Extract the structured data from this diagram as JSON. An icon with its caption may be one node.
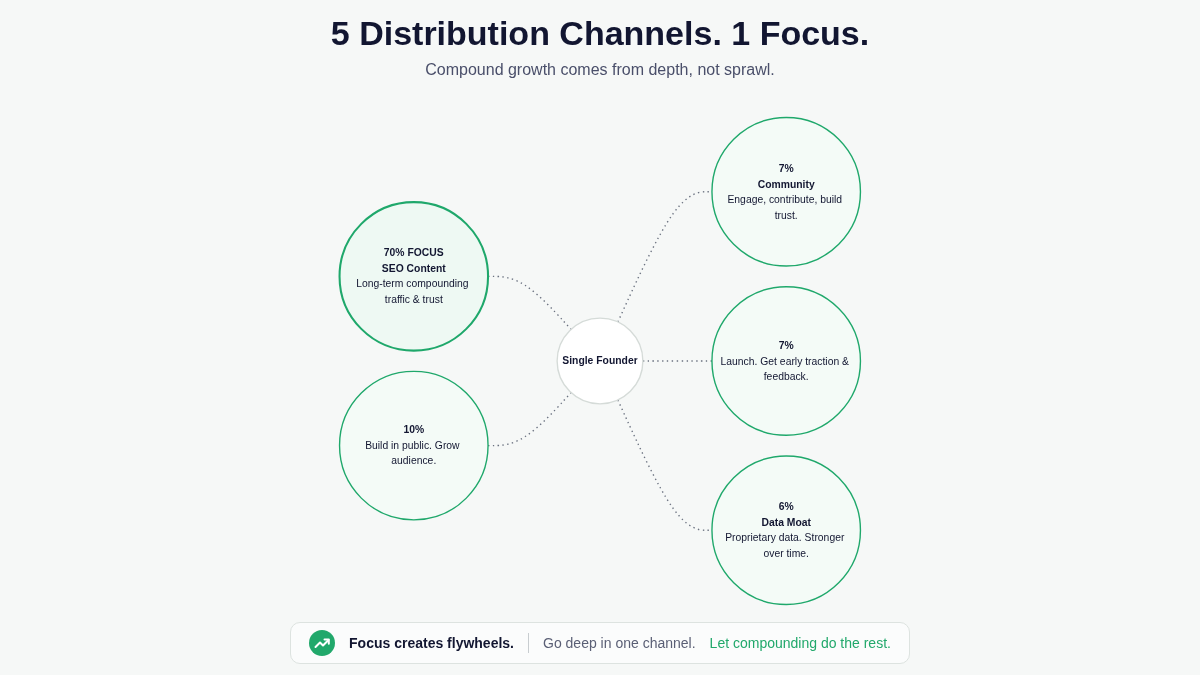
{
  "diagram": {
    "title": "5 Distribution Channels. 1 Focus.",
    "nodes": [
      {
        "text": [
          "70% FOCUS",
          "SEO Content",
          "Long-term compounding traffic & trust"
        ]
      },
      {
        "text": [
          "10%",
          "Build in public. Grow audience."
        ]
      },
      {
        "text": [
          "Single Founder"
        ]
      },
      {
        "text": [
          "7%",
          "Community",
          "Engage, contribute, build trust."
        ]
      },
      {
        "text": [
          "7%",
          "Launch. Get early traction & feedback."
        ]
      },
      {
        "text": [
          "6%",
          "Data Moat",
          "Proprietary data. Stronger over time."
        ]
      }
    ],
    "edges": [
      {
        "from": 0,
        "to": 2,
        "arrow": "none",
        "style": "dashed"
      },
      {
        "from": 1,
        "to": 2,
        "arrow": "none",
        "style": "dashed"
      },
      {
        "from": 2,
        "to": 3,
        "arrow": "none",
        "style": "dashed"
      },
      {
        "from": 2,
        "to": 4,
        "arrow": "none",
        "style": "dashed"
      },
      {
        "from": 2,
        "to": 5,
        "arrow": "none",
        "style": "dashed"
      }
    ],
    "labels": [
      "Compound growth comes from depth, not sprawl.",
      "Focus creates flywheels.",
      "Go deep in one channel.",
      "Let compounding do the rest."
    ]
  }
}
